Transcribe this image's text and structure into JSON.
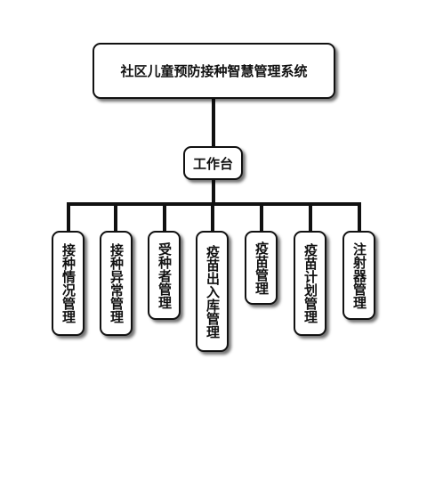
{
  "root": {
    "label": "社区儿童预防接种智慧管理系统"
  },
  "hub": {
    "label": "工作台"
  },
  "modules": [
    {
      "label": "接种情况管理"
    },
    {
      "label": "接种异常管理"
    },
    {
      "label": "受种者管理"
    },
    {
      "label": "疫苗出入库管理"
    },
    {
      "label": "疫苗管理"
    },
    {
      "label": "疫苗计划管理"
    },
    {
      "label": "注射器管理"
    }
  ]
}
